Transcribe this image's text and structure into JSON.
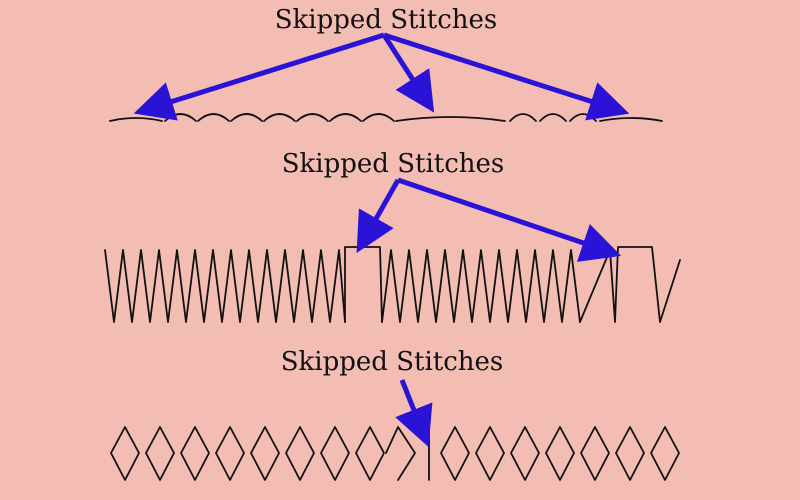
{
  "captions": {
    "top": "Skipped Stitches",
    "middle": "Skipped Stitches",
    "bottom": "Skipped Stitches"
  },
  "colors": {
    "background": "#f4bdb4",
    "arrow": "#2a12d6",
    "stitch": "#111111"
  }
}
